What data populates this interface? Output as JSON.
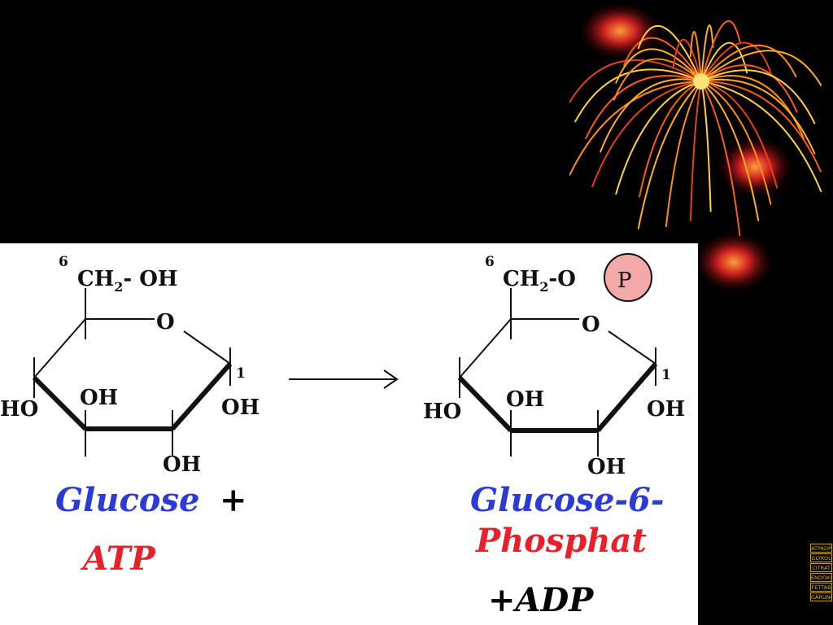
{
  "reactant": {
    "name": "Glucose",
    "plus": "+",
    "atp": "ATP",
    "ch2_group": "CH",
    "ch2_sub": "2",
    "ch2_tail": "- OH",
    "carbon6": "6",
    "carbon1": "1",
    "ring_oxygen": "O",
    "oh": "OH",
    "ho": "HO"
  },
  "product": {
    "name_line1": "Glucose-6-",
    "name_line2": "Phosphat",
    "adp": "+ADP",
    "ch2_group": "CH",
    "ch2_sub": "2",
    "ch2_tail": "-O",
    "phosphate": "P",
    "carbon6": "6",
    "carbon1": "1",
    "ring_oxygen": "O",
    "oh": "OH",
    "ho": "HO"
  },
  "navigation": {
    "items": [
      "ATPADP",
      "GLYKOL",
      "CITRAT",
      "ENDOXI",
      "FETTAB",
      "GÄRUNG"
    ]
  },
  "colors": {
    "background": "#000000",
    "panel": "#ffffff",
    "glucose_text": "#2b3bd6",
    "atp_text": "#e8202a",
    "phosphate_circle": "#f4a9a9",
    "nav_border": "#c9a200"
  }
}
